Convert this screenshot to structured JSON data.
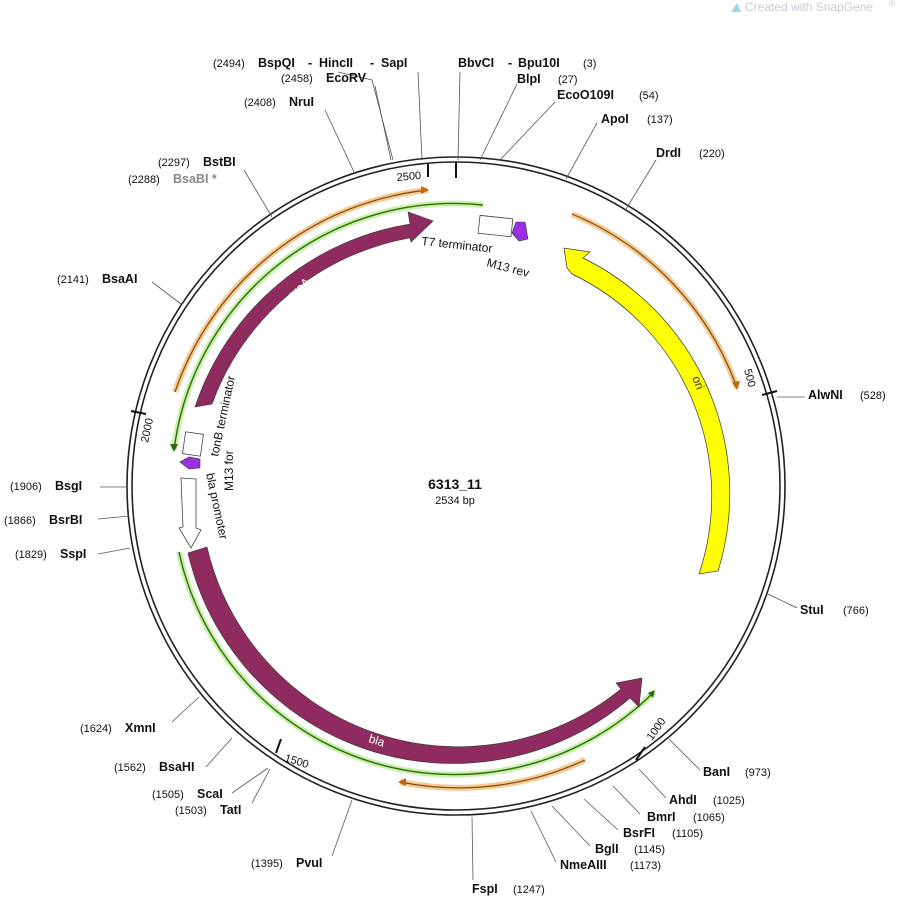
{
  "plasmid": {
    "name": "6313_11",
    "length_label": "2534 bp",
    "length": 2534
  },
  "credit": {
    "text": "Created with SnapGene",
    "mark": "®"
  },
  "ticks": [
    "500",
    "1000",
    "1500",
    "2000",
    "2500"
  ],
  "sites": [
    {
      "name": "BspQI",
      "pos": "(2494)"
    },
    {
      "name": "HincII",
      "pos": ""
    },
    {
      "name": "SapI",
      "pos": ""
    },
    {
      "name": "EcoRV",
      "pos": "(2458)"
    },
    {
      "name": "NruI",
      "pos": "(2408)"
    },
    {
      "name": "BstBI",
      "pos": "(2297)"
    },
    {
      "name": "BsaBI *",
      "pos": "(2288)"
    },
    {
      "name": "BsaAI",
      "pos": "(2141)"
    },
    {
      "name": "BsgI",
      "pos": "(1906)"
    },
    {
      "name": "BsrBI",
      "pos": "(1866)"
    },
    {
      "name": "SspI",
      "pos": "(1829)"
    },
    {
      "name": "XmnI",
      "pos": "(1624)"
    },
    {
      "name": "BsaHI",
      "pos": "(1562)"
    },
    {
      "name": "ScaI",
      "pos": "(1505)"
    },
    {
      "name": "TatI",
      "pos": "(1503)"
    },
    {
      "name": "PvuI",
      "pos": "(1395)"
    },
    {
      "name": "FspI",
      "pos": "(1247)"
    },
    {
      "name": "NmeAIII",
      "pos": "(1173)"
    },
    {
      "name": "BglI",
      "pos": "(1145)"
    },
    {
      "name": "BsrFI",
      "pos": "(1105)"
    },
    {
      "name": "BmrI",
      "pos": "(1065)"
    },
    {
      "name": "AhdI",
      "pos": "(1025)"
    },
    {
      "name": "BanI",
      "pos": "(973)"
    },
    {
      "name": "StuI",
      "pos": "(766)"
    },
    {
      "name": "AlwNI",
      "pos": "(528)"
    },
    {
      "name": "DrdI",
      "pos": "(220)"
    },
    {
      "name": "ApoI",
      "pos": "(137)"
    },
    {
      "name": "EcoO109I",
      "pos": "(54)"
    },
    {
      "name": "BlpI",
      "pos": "(27)"
    },
    {
      "name": "BbvCI",
      "pos": ""
    },
    {
      "name": "Bpu10I",
      "pos": "(3)"
    }
  ],
  "separators": [
    "-",
    "-",
    "-"
  ],
  "features": [
    {
      "name": "greA",
      "color": "#8f2b5e"
    },
    {
      "name": "bla",
      "color": "#8f2b5e"
    },
    {
      "name": "ori",
      "color": "#ffff00"
    },
    {
      "name": "T7 terminator",
      "color": "#ffffff"
    },
    {
      "name": "M13 rev",
      "color": "#9b30e0"
    },
    {
      "name": "tonB terminator",
      "color": "#ffffff"
    },
    {
      "name": "M13 for",
      "color": "#9b30e0"
    },
    {
      "name": "bla promoter",
      "color": "#ffffff"
    }
  ],
  "colors": {
    "orf_arc": "#e79a3c",
    "primer_arc": "#3a8f1a",
    "backbone": "#222222"
  }
}
